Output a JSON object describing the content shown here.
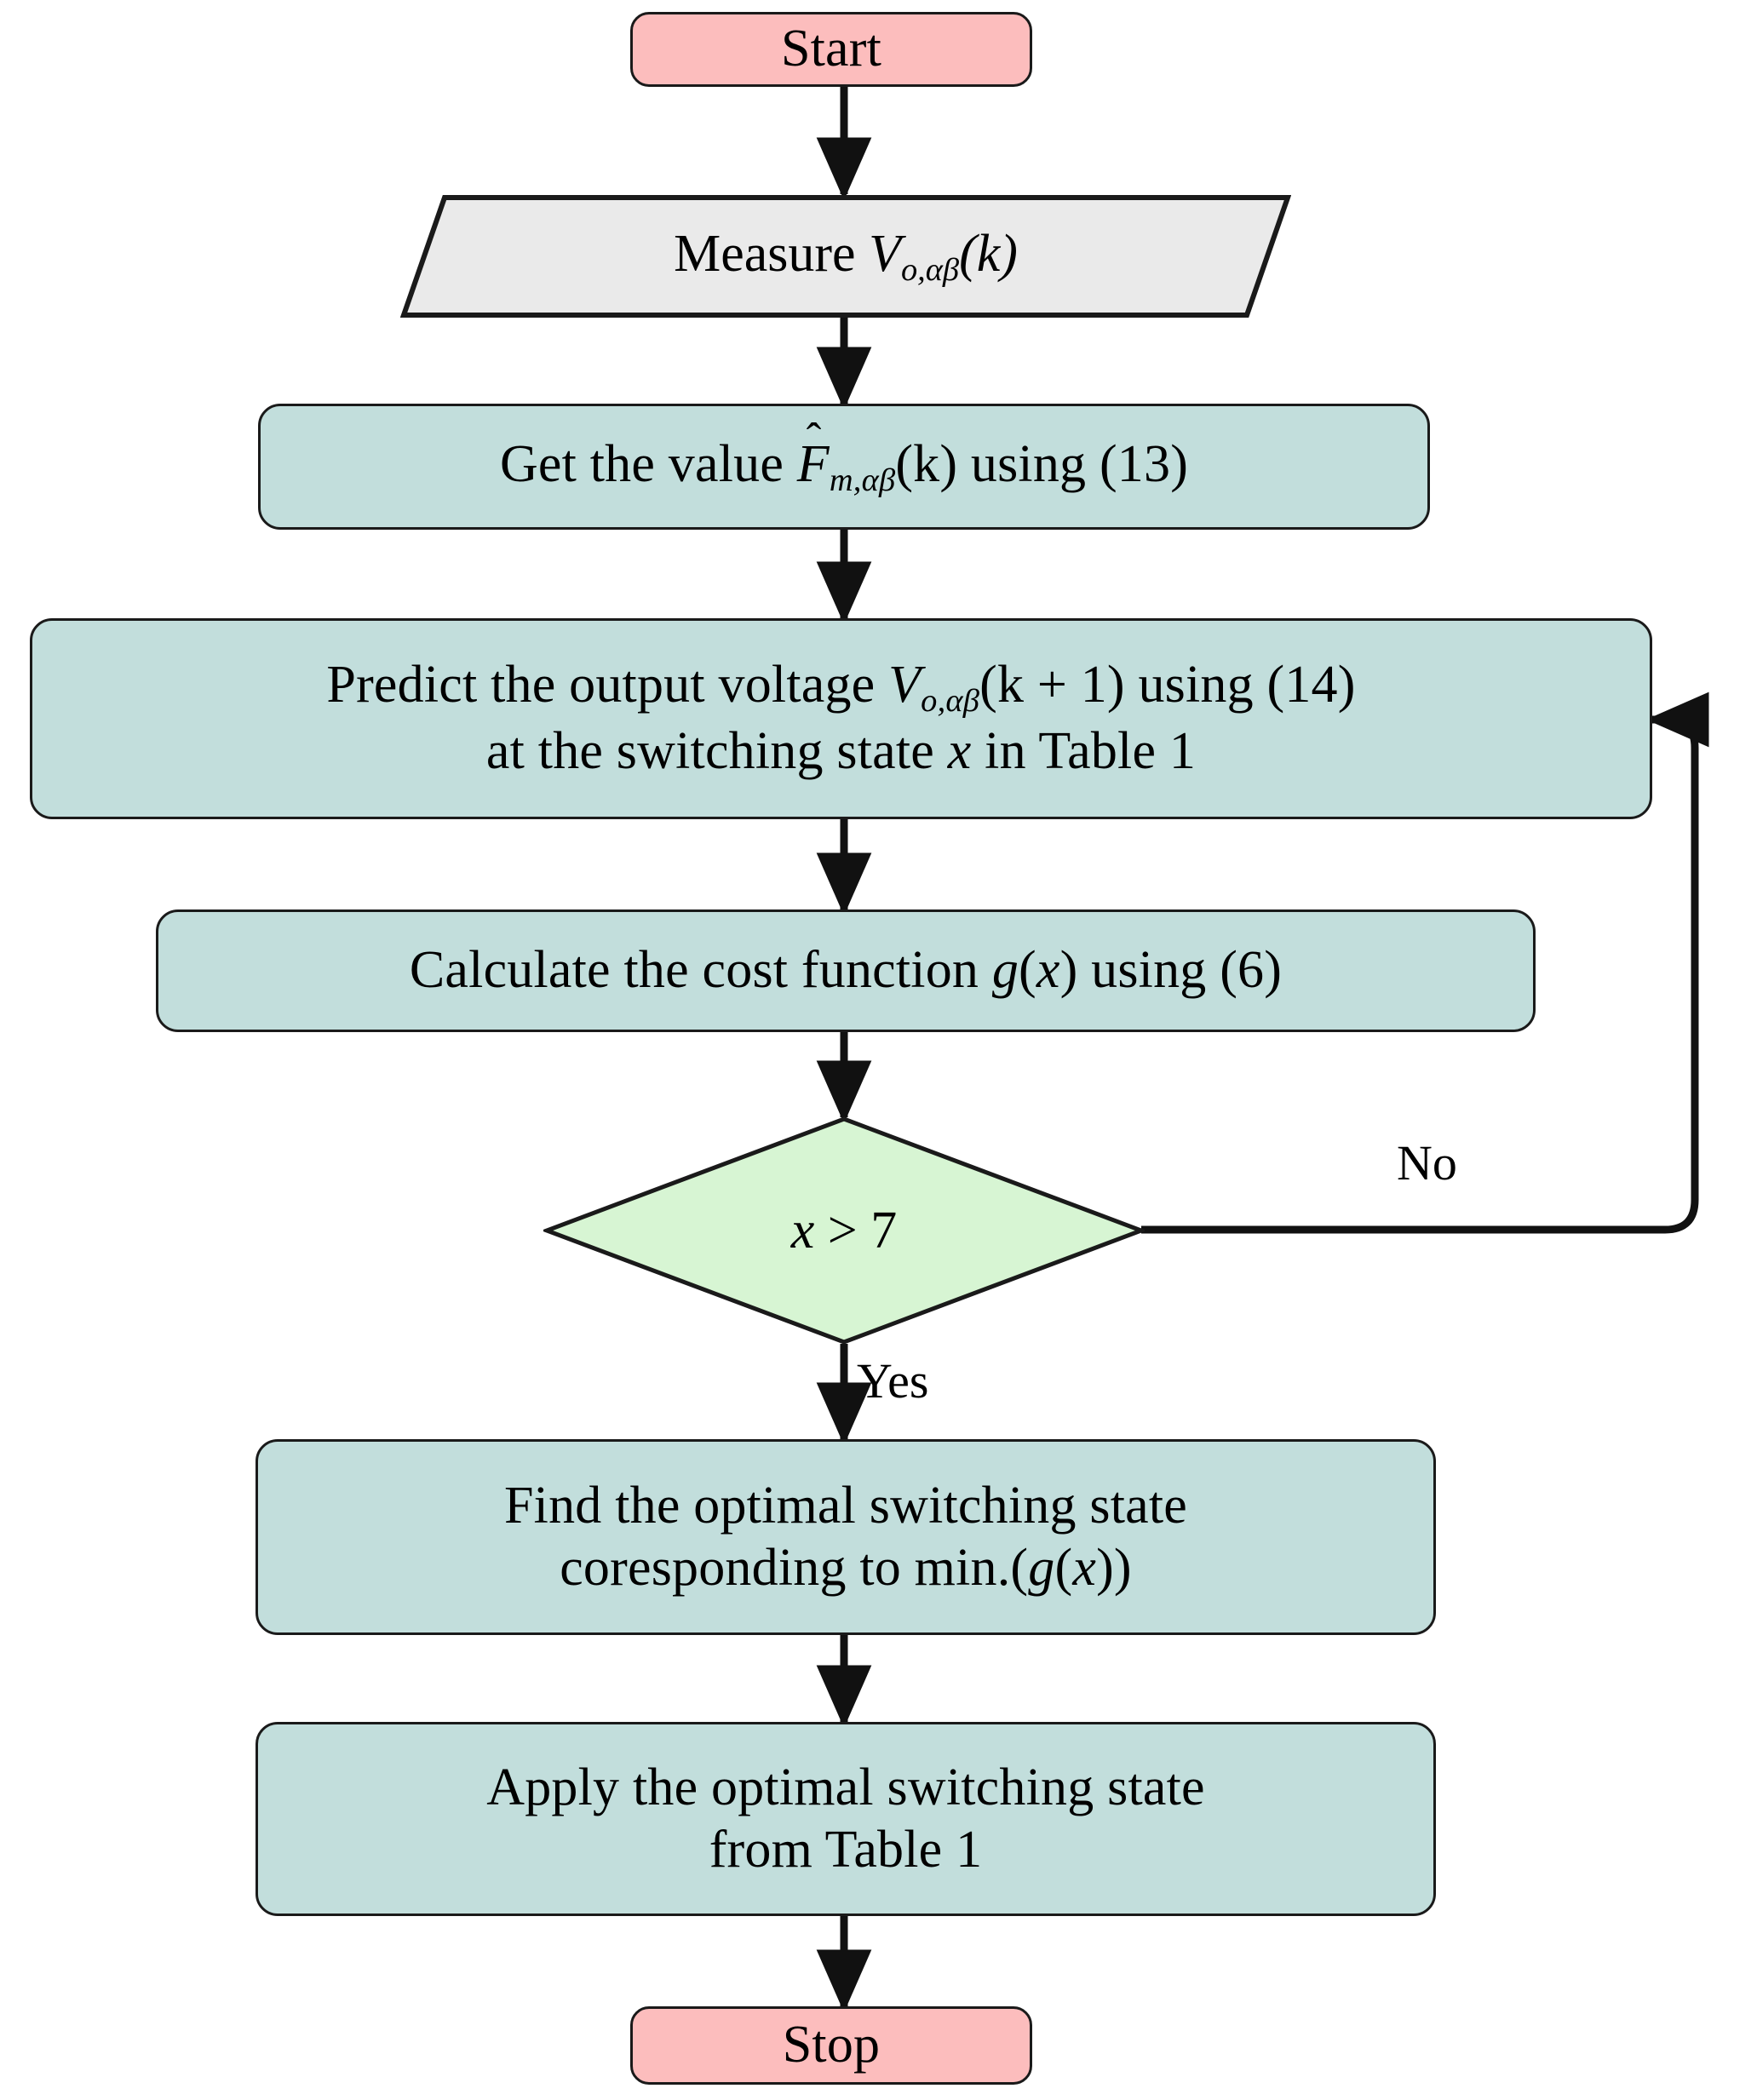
{
  "palette": {
    "pink": "#fcbdbd",
    "teal": "#c2dedc",
    "green": "#d7f5d3",
    "gray": "#eaeaea",
    "stroke": "#1a1a1a",
    "background": "#ffffff"
  },
  "diagram": {
    "type": "flowchart",
    "title": "Model predictive control algorithm flowchart",
    "nodes": [
      {
        "id": "start",
        "shape": "terminator",
        "label": "Start"
      },
      {
        "id": "measure",
        "shape": "parallelogram",
        "label": "Measure V_{o,αβ}(k)",
        "text_prefix": "Measure ",
        "var_main": "V",
        "var_sub": "o,αβ",
        "text_suffix": "(k)"
      },
      {
        "id": "get-value",
        "shape": "process",
        "label": "Get the value F̂_{m,αβ}(k) using (13)",
        "text_prefix": "Get the value ",
        "var_main": "F",
        "var_hat": "ˆ",
        "var_sub": "m,αβ",
        "text_suffix": "(k) using (13)"
      },
      {
        "id": "predict",
        "shape": "process",
        "label": "Predict the output voltage V_{o,αβ}(k + 1) using (14) at the switching state x in Table 1",
        "line1_prefix": "Predict the output voltage ",
        "line1_var": "V",
        "line1_sub": "o,αβ",
        "line1_suffix": "(k + 1) using (14)",
        "line2_prefix": "at the switching state ",
        "line2_var": "x",
        "line2_suffix": " in Table 1"
      },
      {
        "id": "cost",
        "shape": "process",
        "label": "Calculate the cost function g(x) using (6)",
        "text_prefix": "Calculate the cost function ",
        "var_g": "g",
        "var_open": "(",
        "var_x": "x",
        "var_close": ")",
        "text_suffix": " using (6)"
      },
      {
        "id": "decision",
        "shape": "diamond",
        "label": "x > 7",
        "var_x": "x",
        "operator": " > ",
        "value": "7"
      },
      {
        "id": "find-optimal",
        "shape": "process",
        "label": "Find the optimal switching state coresponding to min.(g(x))",
        "line1": "Find the optimal switching state",
        "line2_prefix": "coresponding to min.(",
        "line2_g": "g",
        "line2_mid": "(",
        "line2_x": "x",
        "line2_suffix": "))"
      },
      {
        "id": "apply",
        "shape": "process",
        "label": "Apply the optimal switching state from Table 1",
        "line1": "Apply the optimal switching state",
        "line2": "from Table 1"
      },
      {
        "id": "stop",
        "shape": "terminator",
        "label": "Stop"
      }
    ],
    "edges": [
      {
        "id": "e-start-measure",
        "from": "start",
        "to": "measure",
        "label": ""
      },
      {
        "id": "e-measure-get",
        "from": "measure",
        "to": "get-value",
        "label": ""
      },
      {
        "id": "e-get-predict",
        "from": "get-value",
        "to": "predict",
        "label": ""
      },
      {
        "id": "e-predict-cost",
        "from": "predict",
        "to": "cost",
        "label": ""
      },
      {
        "id": "e-cost-decision",
        "from": "cost",
        "to": "decision",
        "label": ""
      },
      {
        "id": "e-decision-no",
        "from": "decision",
        "to": "predict",
        "label": "No"
      },
      {
        "id": "e-decision-yes",
        "from": "decision",
        "to": "find-optimal",
        "label": "Yes"
      },
      {
        "id": "e-find-apply",
        "from": "find-optimal",
        "to": "apply",
        "label": ""
      },
      {
        "id": "e-apply-stop",
        "from": "apply",
        "to": "stop",
        "label": ""
      }
    ]
  }
}
